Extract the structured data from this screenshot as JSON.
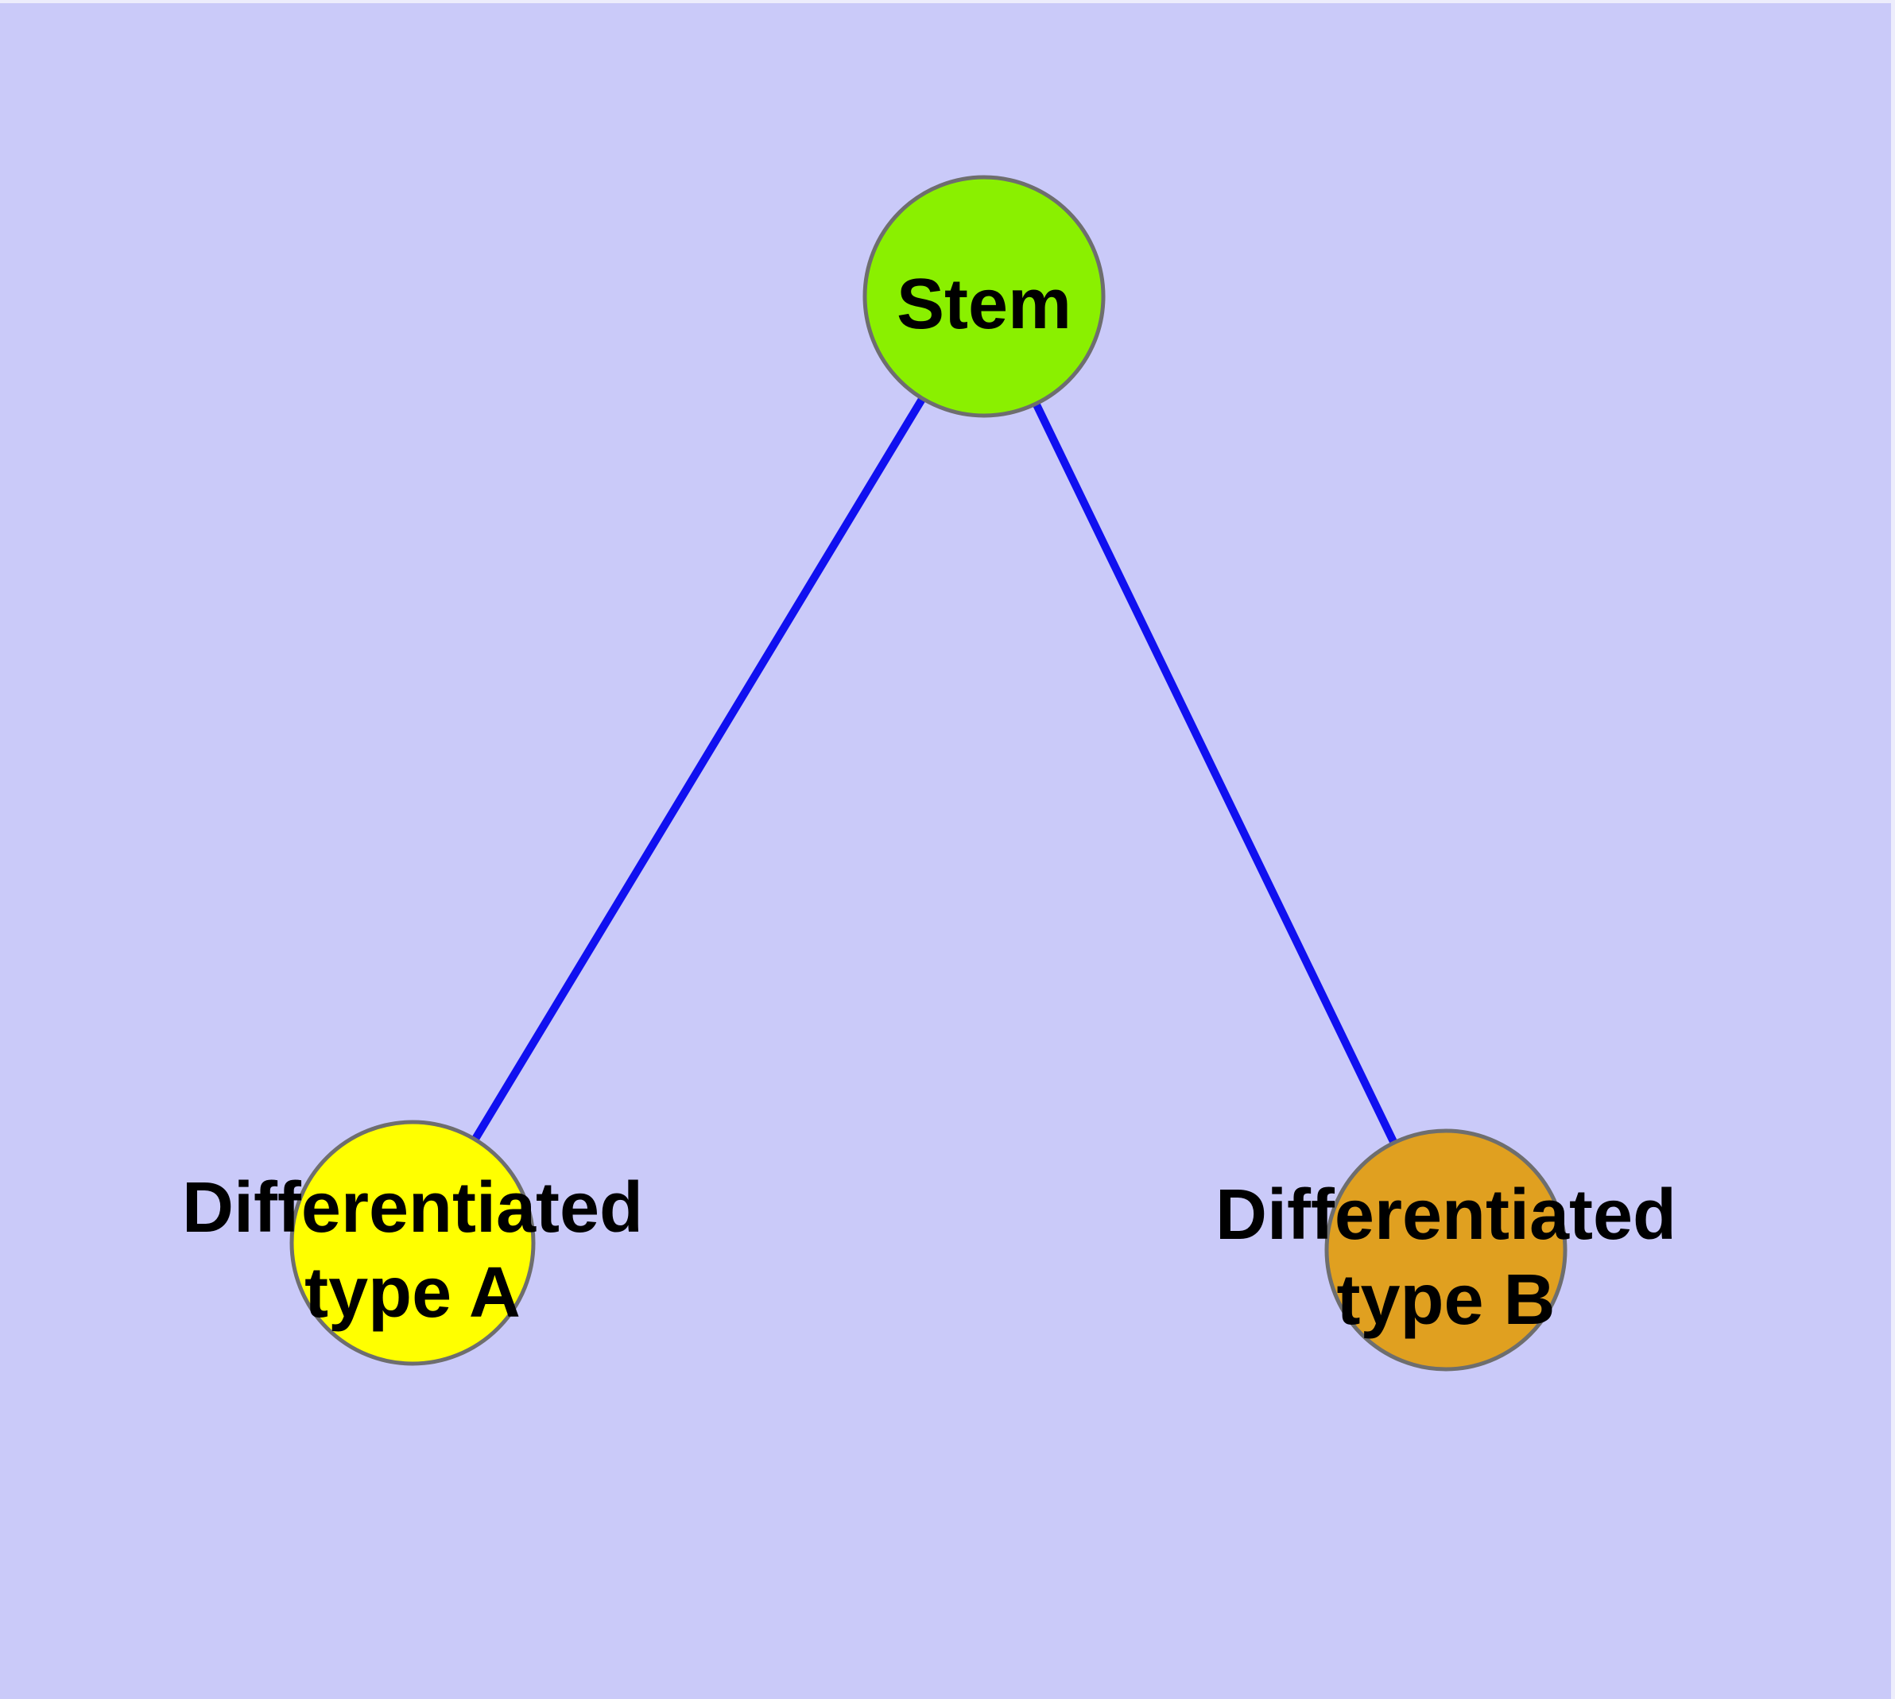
{
  "diagram": {
    "colors": {
      "background": "#CACAF9",
      "edge": "#1010F0",
      "node_border": "#6E6E6E",
      "label_text": "#000000"
    },
    "nodes": {
      "stem": {
        "label": "Stem",
        "fill": "#8AF000"
      },
      "type_a": {
        "label_line1": "Differentiated",
        "label_line2": "type A",
        "fill": "#FFFF00"
      },
      "type_b": {
        "label_line1": "Differentiated",
        "label_line2": "type B",
        "fill": "#E0A020"
      }
    },
    "edges": [
      {
        "from": "stem",
        "to": "type_a"
      },
      {
        "from": "stem",
        "to": "type_b"
      }
    ]
  }
}
